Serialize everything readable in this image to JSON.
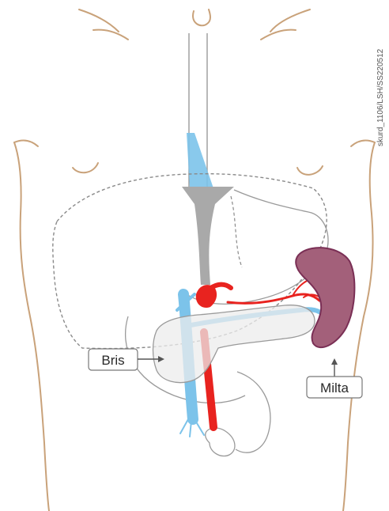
{
  "labels": {
    "bris": "Bris",
    "milta": "Milta"
  },
  "credit": "skurd_1106/LSH/SS220512",
  "colors": {
    "skin_outline": "#c9a27a",
    "organ_outline": "#9a9a9a",
    "liver_dash": "#8a8a8a",
    "artery": "#e8231f",
    "vein": "#7cc3ea",
    "spleen_fill": "#a3607a",
    "spleen_outline": "#7a2f55",
    "pancreas_fill": "#ececec"
  }
}
